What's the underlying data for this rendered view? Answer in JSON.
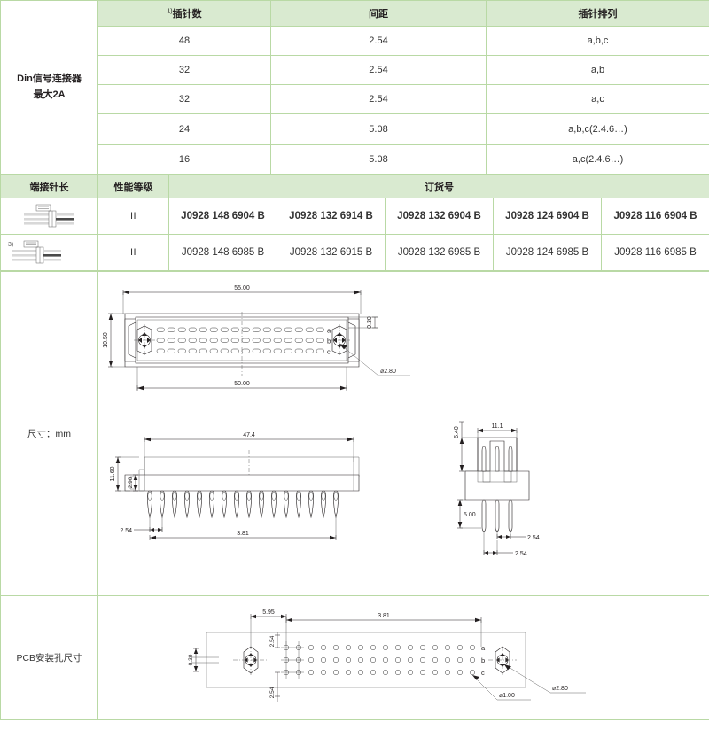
{
  "spec_table": {
    "row_label": "Din信号连接器\n最大2A",
    "row_label_line1": "Din信号连接器",
    "row_label_line2": "最大2A",
    "headers": [
      {
        "sup": "1)",
        "text": "插针数"
      },
      {
        "sup": "",
        "text": "间距"
      },
      {
        "sup": "",
        "text": "插针排列"
      }
    ],
    "rows": [
      {
        "pins": "48",
        "pitch": "2.54",
        "arrangement": "a,b,c"
      },
      {
        "pins": "32",
        "pitch": "2.54",
        "arrangement": "a,b"
      },
      {
        "pins": "32",
        "pitch": "2.54",
        "arrangement": "a,c"
      },
      {
        "pins": "24",
        "pitch": "5.08",
        "arrangement": "a,b,c(2.4.6…)"
      },
      {
        "pins": "16",
        "pitch": "5.08",
        "arrangement": "a,c(2.4.6…)"
      }
    ]
  },
  "order_table": {
    "headers": {
      "pin_length": "端接针长",
      "grade": "性能等级",
      "order_no": "订货号"
    },
    "rows": [
      {
        "marker": "",
        "icon": "pin-length-schematic",
        "grade": "II",
        "bold": true,
        "order_numbers": [
          "J0928 148 6904 B",
          "J0928 132 6914 B",
          "J0928 132 6904 B",
          "J0928 124 6904 B",
          "J0928 116 6904 B"
        ]
      },
      {
        "marker": "3)",
        "icon": "pin-length-schematic",
        "grade": "II",
        "bold": false,
        "order_numbers": [
          "J0928 148 6985 B",
          "J0928 132 6915 B",
          "J0928 132 6985 B",
          "J0928 124 6985 B",
          "J0928 116 6985 B"
        ]
      }
    ]
  },
  "drawings": {
    "dimensions_label": "尺寸：mm",
    "pcb_label": "PCB安装孔尺寸",
    "top_view": {
      "width_outer": "55.00",
      "width_inner": "50.00",
      "height": "10.50",
      "flange": "0.30",
      "hole_dia": "⌀2.80",
      "rows": [
        "a",
        "b",
        "c"
      ]
    },
    "side_view": {
      "length": "47.4",
      "body_height": "11.60",
      "lip": "2.90",
      "pin_pitch": "2.54",
      "row_spacing": "3.81"
    },
    "end_view": {
      "height": "6.40",
      "width": "11.1",
      "pin_length": "5.00",
      "pitch_upper": "2.54",
      "pitch_lower": "2.54"
    },
    "pcb_view": {
      "edge_offset": "5.95",
      "row_to_row": "3.81",
      "pitch_top": "2.54",
      "pitch_bottom": "2.54",
      "edge_dim": "0.30",
      "pad_dia": "⌀1.00",
      "mount_dia": "⌀2.80",
      "rows": [
        "a",
        "b",
        "c"
      ]
    }
  },
  "colors": {
    "header_fill": "#d9ead0",
    "border": "#b9d9a5",
    "text": "#231f20"
  }
}
